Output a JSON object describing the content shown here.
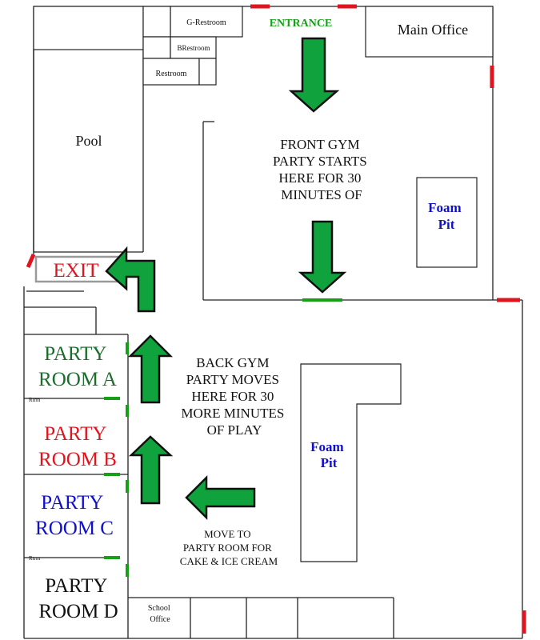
{
  "labels": {
    "entrance": "ENTRANCE",
    "main_office": "Main Office",
    "g_restroom": "G-Restroom",
    "b_restroom": "BRestroom",
    "restroom": "Restroom",
    "pool": "Pool",
    "front_gym": [
      "FRONT GYM",
      "PARTY STARTS",
      "HERE FOR 30",
      "MINUTES OF"
    ],
    "foam_pit_front": [
      "Foam",
      "Pit"
    ],
    "exit": "EXIT",
    "party_room_a": [
      "PARTY",
      "ROOM A"
    ],
    "party_room_b": [
      "PARTY",
      "ROOM B"
    ],
    "party_room_c": [
      "PARTY",
      "ROOM C"
    ],
    "party_room_d": [
      "PARTY",
      "ROOM D"
    ],
    "rtrm_a": "Rtrm",
    "rtrm_c": "Rtrm",
    "back_gym": [
      "BACK GYM",
      "PARTY MOVES",
      "HERE FOR 30",
      "MORE MINUTES",
      "OF PLAY"
    ],
    "foam_pit_back": [
      "Foam",
      "Pit"
    ],
    "move_to": [
      "MOVE TO",
      "PARTY ROOM FOR",
      "CAKE & ICE CREAM"
    ],
    "school_office": [
      "School",
      "Office"
    ]
  },
  "colors": {
    "red": "#e0141e",
    "green": "#16a016",
    "arrow_green": "#10a23c",
    "blue": "#1010c8",
    "dark_green": "#1a6e2a"
  }
}
